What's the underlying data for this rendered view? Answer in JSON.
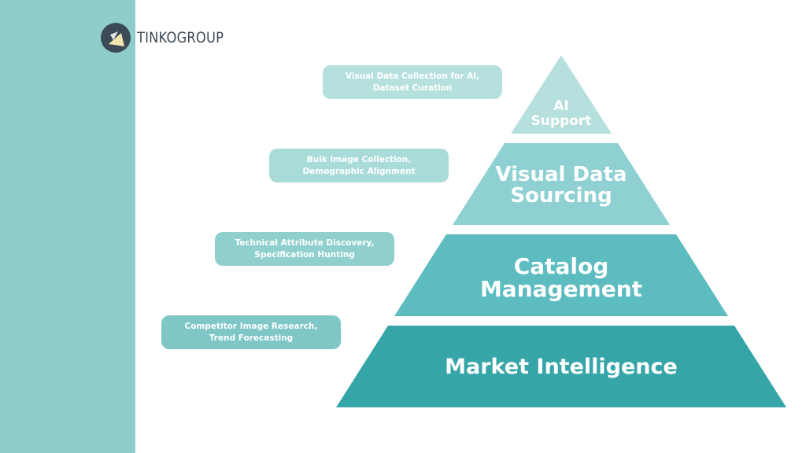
{
  "brand": {
    "name": "TINKOGROUP",
    "logo_icon": "tinkogroup-logo-icon",
    "colors": {
      "band": "#8ecdcb",
      "logo_dark": "#3c4a57",
      "logo_accent": "#f4e6b0"
    }
  },
  "pyramid": {
    "tiers": [
      {
        "title_lines": [
          "AI",
          "Support"
        ],
        "detail_lines": [
          "Visual Data Collection for AI,",
          "Dataset Curation"
        ],
        "color": "#b6e0dd"
      },
      {
        "title_lines": [
          "Visual Data",
          "Sourcing"
        ],
        "detail_lines": [
          "Bulk Image Collection,",
          "Demographic Alignment"
        ],
        "color": "#8fd1d3"
      },
      {
        "title_lines": [
          "Catalog",
          "Management"
        ],
        "detail_lines": [
          "Technical Attribute Discovery,",
          "Specification Hunting"
        ],
        "color": "#5cbcbf"
      },
      {
        "title_lines": [
          "Market Intelligence"
        ],
        "detail_lines": [
          "Competitor Image Research,",
          "Trend Forecasting"
        ],
        "color": "#35a5a8"
      }
    ]
  }
}
